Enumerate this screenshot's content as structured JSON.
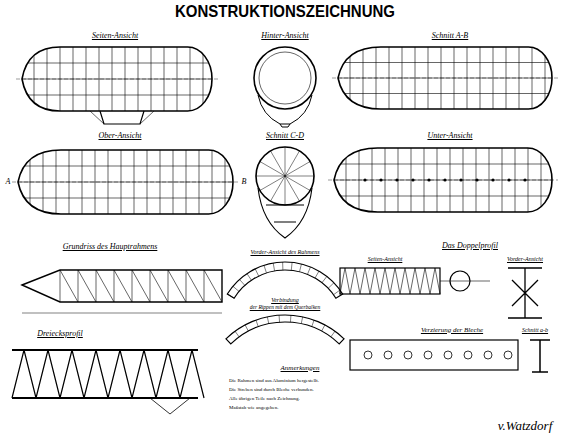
{
  "diagram": {
    "title": "KONSTRUKTIONSZEICHNUNG",
    "labels": [
      "Seiten-Ansicht",
      "Hinter-Ansicht",
      "Schnitt A-B",
      "Ober-Ansicht",
      "Schnitt C-D",
      "Unter-Ansicht",
      "A",
      "B",
      "Grundriss des Hauptrahmens",
      "Vorder-Ansicht des Rahmens",
      "Das Doppelprofil",
      "Seiten-Ansicht",
      "Vorder-Ansicht",
      "Verbindung",
      "der Rippen mit dem Querbalken",
      "Dreiecksprofil",
      "Verzierung der Bleche",
      "Schnitt a-b",
      "Anmerkungen",
      "Die Rahmen sind aus Aluminium hergestellt.",
      "Die Streben sind durch Bleche verbunden.",
      "Alle übrigen Teile nach Zeichnung.",
      "Maßstab wie angegeben.",
      "v.Watzdorf"
    ]
  }
}
